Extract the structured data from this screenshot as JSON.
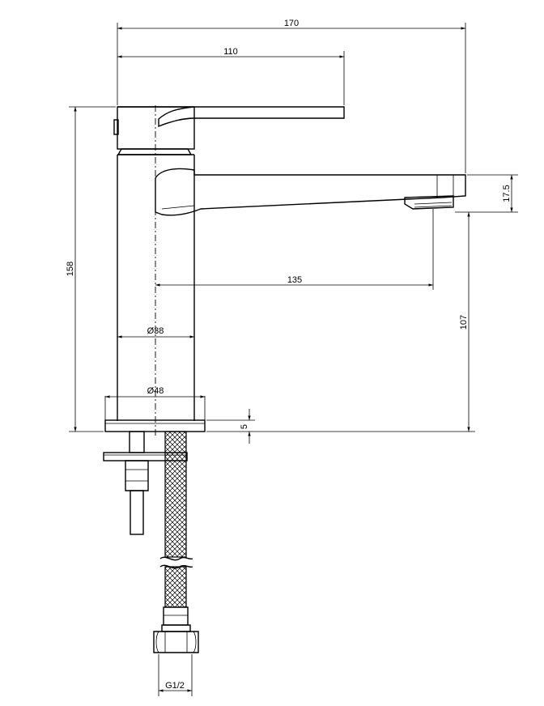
{
  "dimensions": {
    "overall_width": "170",
    "handle_length": "110",
    "spout_reach": "135",
    "total_height": "158",
    "spout_thickness": "17.5",
    "spout_height": "107",
    "body_diameter": "Ø38",
    "base_diameter": "Ø48",
    "base_thickness": "5",
    "connection": "G1/2"
  }
}
